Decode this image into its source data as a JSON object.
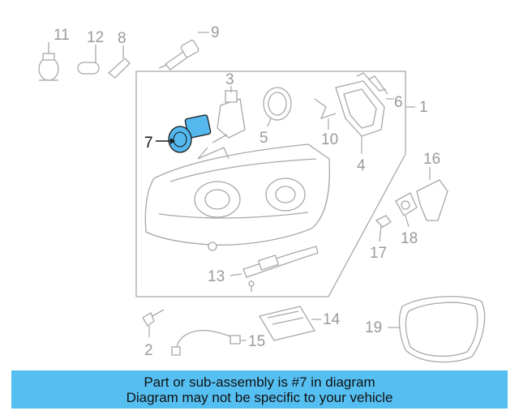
{
  "diagram": {
    "callouts": {
      "c1": "1",
      "c2": "2",
      "c3": "3",
      "c4": "4",
      "c5": "5",
      "c6": "6",
      "c7": "7",
      "c8": "8",
      "c9": "9",
      "c10": "10",
      "c11": "11",
      "c12": "12",
      "c13": "13",
      "c14": "14",
      "c15": "15",
      "c16": "16",
      "c17": "17",
      "c18": "18",
      "c19": "19"
    },
    "highlighted_part": "7",
    "colors": {
      "highlight": "#55b8ee",
      "banner": "#55bff2",
      "line": "#a8a8a8"
    }
  },
  "footer": {
    "line1": "Part or sub-assembly is #7 in diagram",
    "line2": "Diagram may not be specific to your vehicle"
  }
}
